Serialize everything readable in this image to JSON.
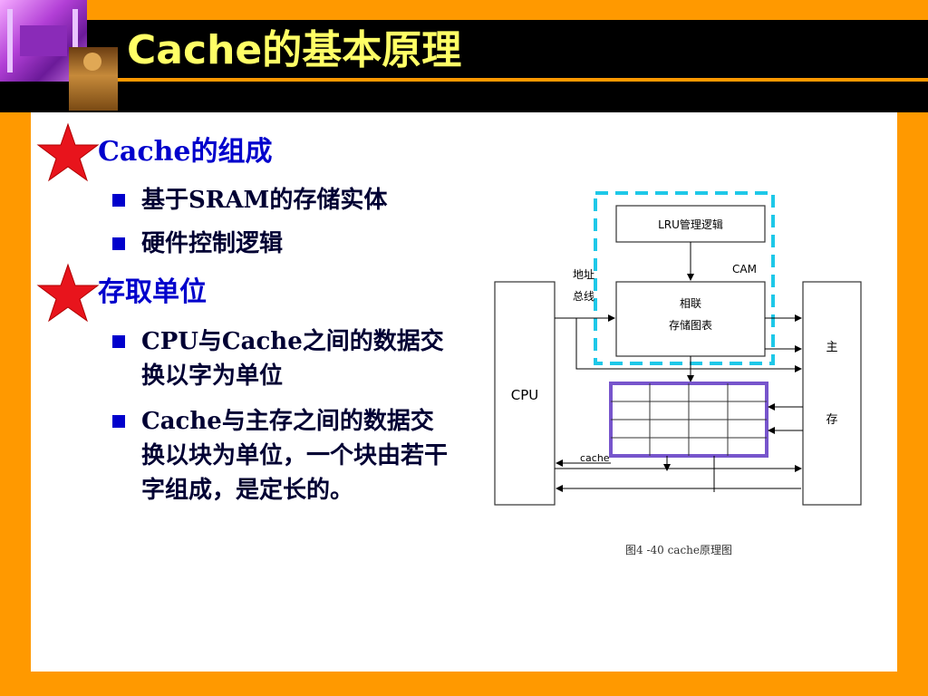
{
  "slide": {
    "title": "Cache的基本原理",
    "sections": [
      {
        "heading": "Cache的组成",
        "items": [
          "基于SRAM的存储实体",
          "硬件控制逻辑"
        ]
      },
      {
        "heading": "存取单位",
        "items": [
          "CPU与Cache之间的数据交换以字为单位",
          "Cache与主存之间的数据交换以块为单位，一个块由若干字组成，是定长的。"
        ]
      }
    ]
  },
  "diagram": {
    "lru_label": "LRU管理逻辑",
    "cam_label": "CAM",
    "address_bus_label_1": "地址",
    "address_bus_label_2": "总线",
    "assoc_label_1": "相联",
    "assoc_label_2": "存储图表",
    "cpu_label": "CPU",
    "mem_label_1": "主",
    "mem_label_2": "存",
    "cache_label": "cache",
    "caption": "图4 -40   cache原理图"
  },
  "colors": {
    "background": "#ff9900",
    "title_text": "#ffff66",
    "heading_text": "#0000cc",
    "star": "#e8141c",
    "cam_dashed": "#1ec8e8",
    "cache_frame": "#7755cc"
  }
}
